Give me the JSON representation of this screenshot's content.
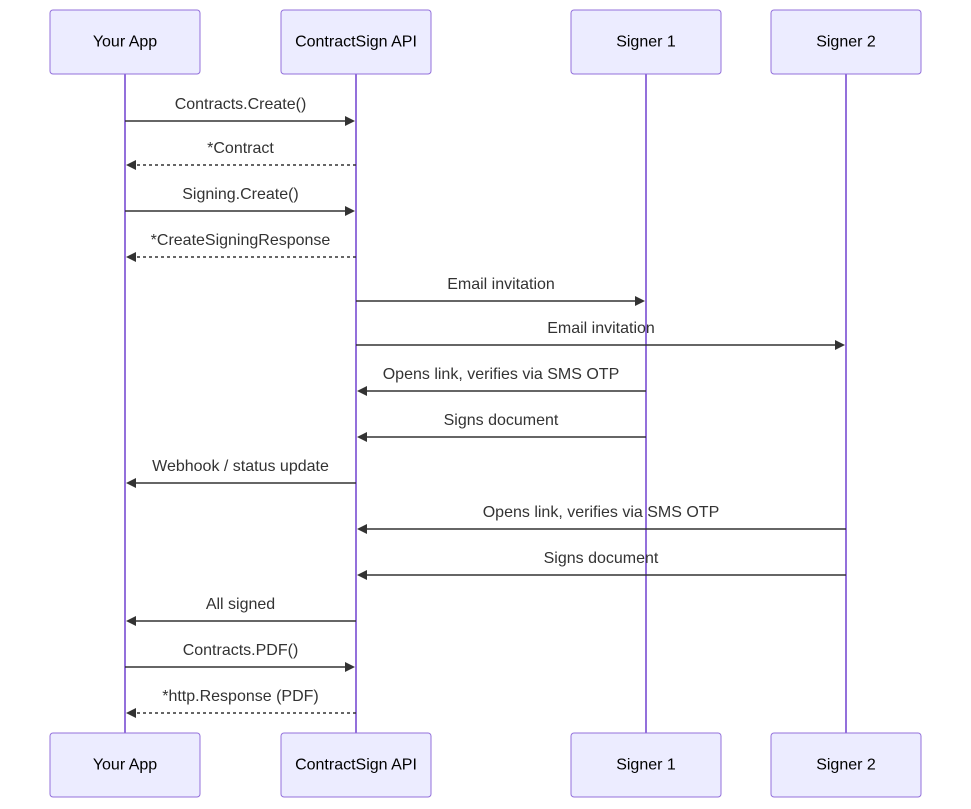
{
  "participants": [
    {
      "id": "app",
      "label": "Your App"
    },
    {
      "id": "api",
      "label": "ContractSign API"
    },
    {
      "id": "s1",
      "label": "Signer 1"
    },
    {
      "id": "s2",
      "label": "Signer 2"
    }
  ],
  "messages": [
    {
      "from": "app",
      "to": "api",
      "label": "Contracts.Create()",
      "style": "solid"
    },
    {
      "from": "api",
      "to": "app",
      "label": "*Contract",
      "style": "dashed"
    },
    {
      "from": "app",
      "to": "api",
      "label": "Signing.Create()",
      "style": "solid"
    },
    {
      "from": "api",
      "to": "app",
      "label": "*CreateSigningResponse",
      "style": "dashed"
    },
    {
      "from": "api",
      "to": "s1",
      "label": "Email invitation",
      "style": "solid"
    },
    {
      "from": "api",
      "to": "s2",
      "label": "Email invitation",
      "style": "solid"
    },
    {
      "from": "s1",
      "to": "api",
      "label": "Opens link, verifies via SMS OTP",
      "style": "solid"
    },
    {
      "from": "s1",
      "to": "api",
      "label": "Signs document",
      "style": "solid"
    },
    {
      "from": "api",
      "to": "app",
      "label": "Webhook / status update",
      "style": "solid"
    },
    {
      "from": "s2",
      "to": "api",
      "label": "Opens link, verifies via SMS OTP",
      "style": "solid"
    },
    {
      "from": "s2",
      "to": "api",
      "label": "Signs document",
      "style": "solid"
    },
    {
      "from": "api",
      "to": "app",
      "label": "All signed",
      "style": "solid"
    },
    {
      "from": "app",
      "to": "api",
      "label": "Contracts.PDF()",
      "style": "solid"
    },
    {
      "from": "api",
      "to": "app",
      "label": "*http.Response (PDF)",
      "style": "dashed"
    }
  ]
}
